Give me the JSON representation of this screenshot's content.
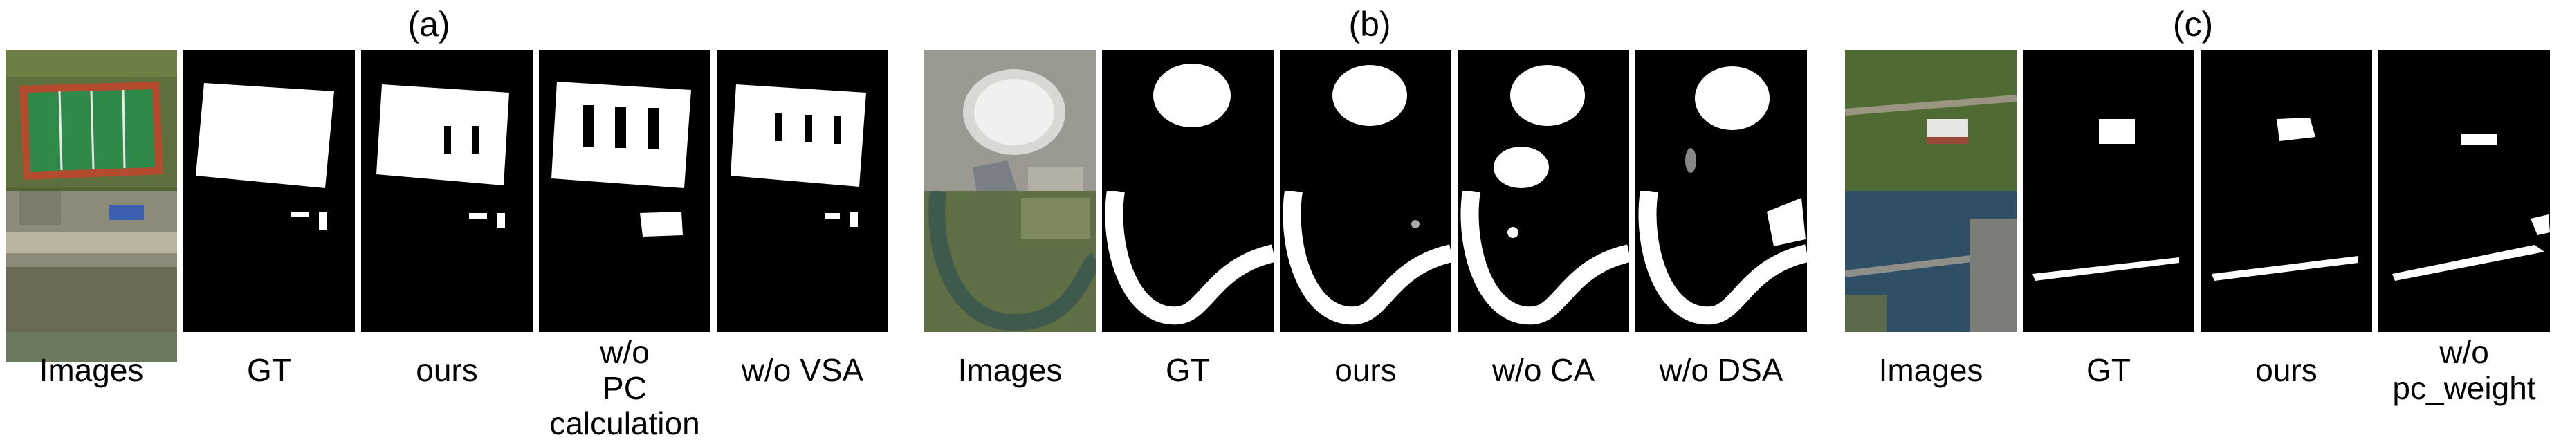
{
  "panels": [
    {
      "label": "(a)",
      "columns": [
        "Images",
        "GT",
        "ours",
        "w/o\nPC calculation",
        "w/o VSA"
      ]
    },
    {
      "label": "(b)",
      "columns": [
        "Images",
        "GT",
        "ours",
        "w/o CA",
        "w/o DSA"
      ]
    },
    {
      "label": "(c)",
      "columns": [
        "Images",
        "GT",
        "ours",
        "w/o\npc_weight"
      ]
    }
  ],
  "colors": {
    "mask_bg": "#000000",
    "mask_fg": "#ffffff"
  }
}
